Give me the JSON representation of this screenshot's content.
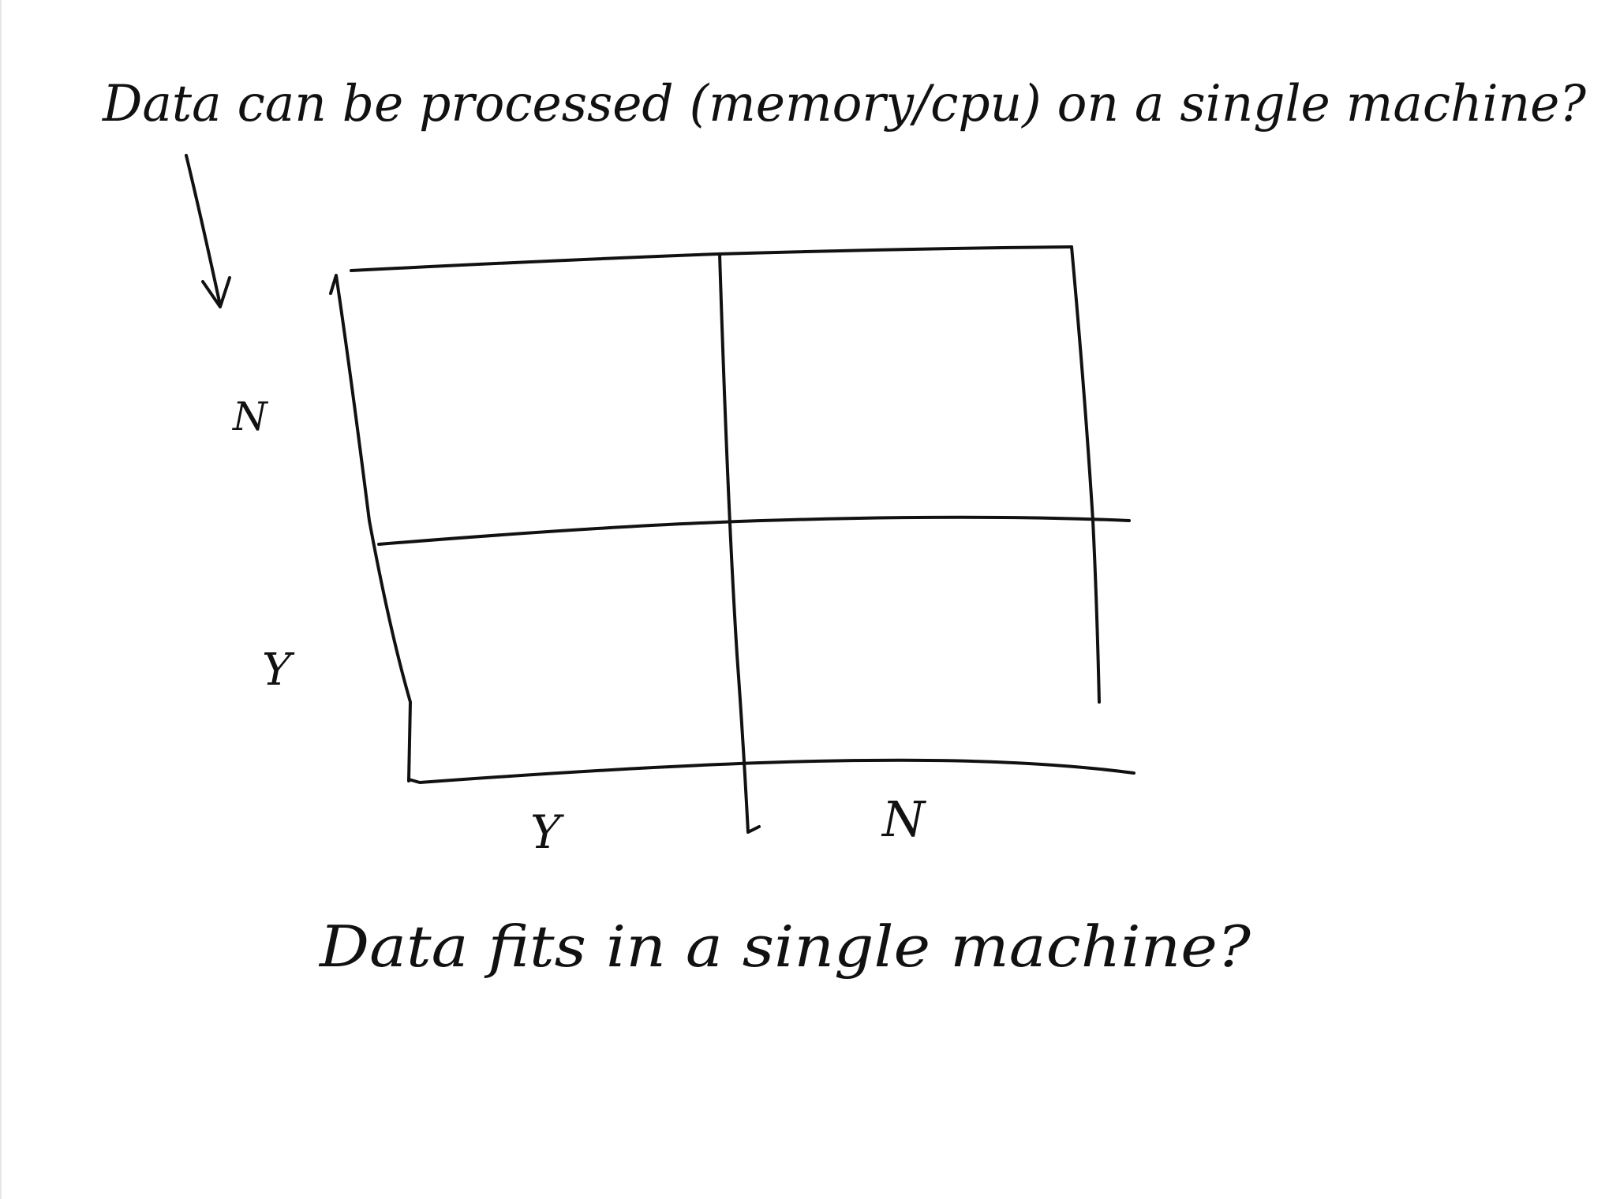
{
  "question_top": "Data can be processed (memory/cpu) on a single machine?",
  "question_bottom": "Data fits in a single machine?",
  "row_labels": {
    "top": "N",
    "bottom": "Y"
  },
  "col_labels": {
    "left": "Y",
    "right": "N"
  },
  "colors": {
    "ink": "#111111",
    "background": "#ffffff"
  }
}
